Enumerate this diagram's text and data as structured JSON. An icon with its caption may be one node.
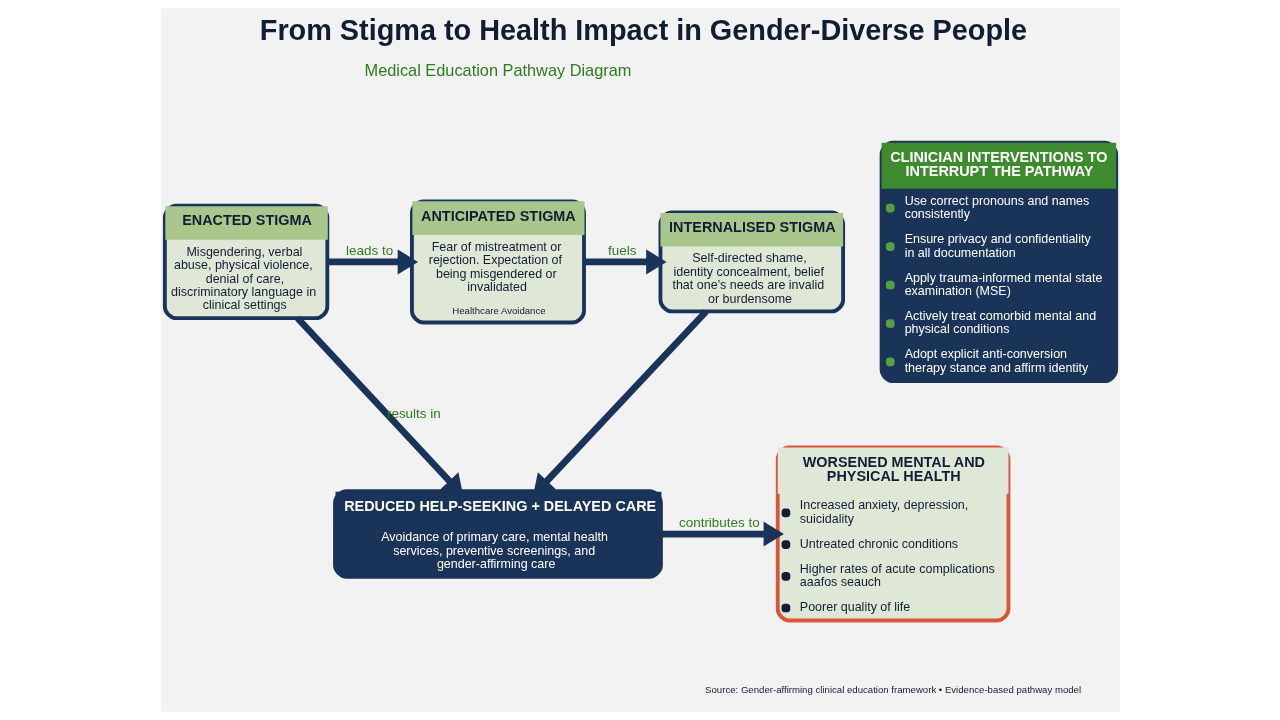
{
  "diagram": {
    "title": "From Stigma to Health Impact in Gender-Diverse People",
    "nodes": [
      {
        "text": [
          "ENACTED STIGMA",
          "Misgendering, verbal abuse, physical violence, denial of care, discriminatory language in clinical settings"
        ]
      },
      {
        "text": [
          "ANTICIPATED STIGMA",
          "Fear of mistreatment or rejection. Expectation of being misgendered or invalidated",
          "Healthcare Avoidance"
        ]
      },
      {
        "text": [
          "INTERNALISED STIGMA",
          "Self-directed shame, identity concealment, belief that one’s needs are invalid or burdensome"
        ]
      },
      {
        "text": [
          "CLINICIAN INTERVENTIONS TO INTERRUPT THE PATHWAY",
          "Use correct pronouns and names consistently",
          "Ensure privacy and confidentiality in all documentation",
          "Apply trauma-informed mental state examination (MSE)",
          "Actively treat comorbid mental and physical conditions",
          "Adopt explicit anti-conversion therapy stance and affirm identity"
        ]
      },
      {
        "text": [
          "REDUCED HELP-SEEKING + DELAYED CARE",
          "Avoidance of primary care, mental health services, preventive screenings, and gender-affirming care"
        ]
      },
      {
        "text": [
          "WORSENED MENTAL AND PHYSICAL HEALTH",
          "Increased anxiety, depression, suicidality",
          "Untreated chronic conditions",
          "Higher rates of acute complications aaafos seauch",
          "Poorer quality of life"
        ]
      }
    ],
    "edges": [
      {
        "from": 0,
        "to": 1,
        "arrow": "to",
        "label": "leads to"
      },
      {
        "from": 1,
        "to": 2,
        "arrow": "to",
        "label": "fuels"
      },
      {
        "from": 0,
        "to": 4,
        "arrow": "to",
        "label": "results in"
      },
      {
        "from": 2,
        "to": 4,
        "arrow": "to"
      },
      {
        "from": 4,
        "to": 5,
        "arrow": "to",
        "label": "contributes to"
      }
    ],
    "labels": [
      "Medical Education Pathway Diagram",
      "Source: Gender-affirming clinical education framework • Evidence-based pathway model"
    ]
  }
}
